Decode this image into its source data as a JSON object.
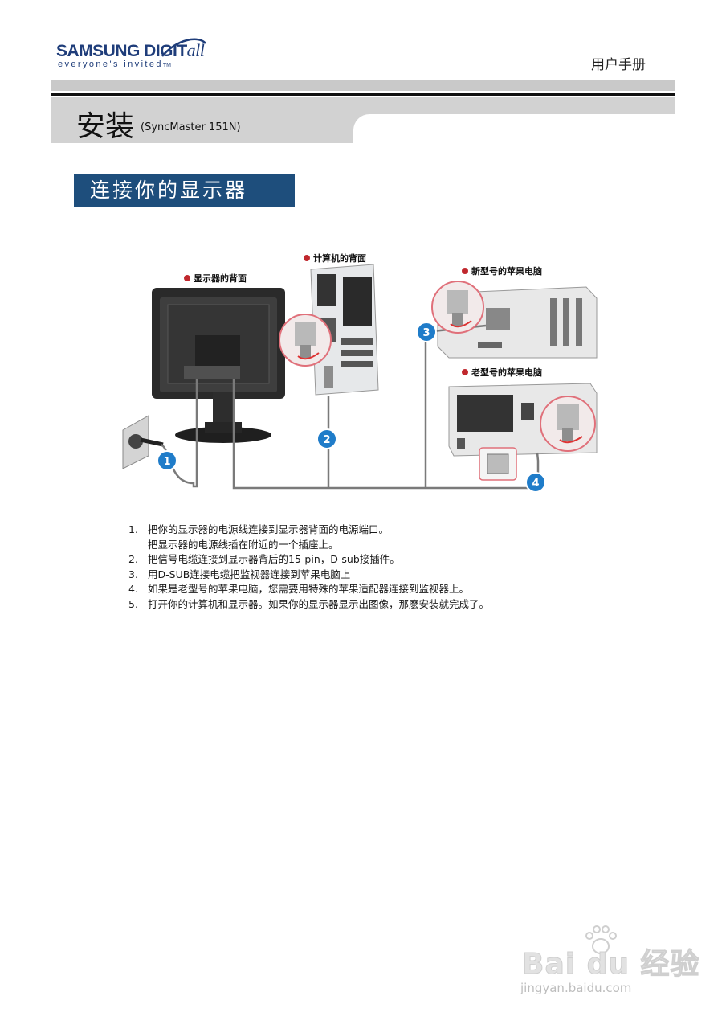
{
  "header": {
    "brand": "SAMSUNG DIGIT",
    "brand_suffix": "all",
    "tagline": "everyone's invited",
    "tagline_mark": "TM",
    "manual_label": "用户手册"
  },
  "title": {
    "main": "安装",
    "model": "(SyncMaster 151N)"
  },
  "section": {
    "heading": "连接你的显示器"
  },
  "diagram": {
    "labels": {
      "monitor_back": "显示器的背面",
      "computer_back": "计算机的背面",
      "new_mac": "新型号的苹果电脑",
      "old_mac": "老型号的苹果电脑"
    },
    "callouts": [
      "1",
      "2",
      "3",
      "4"
    ],
    "colors": {
      "callout_blue": "#1f7cc9",
      "bullet_red": "#c0272d",
      "highlight_circle": "#e0707a",
      "cable_gray": "#7a7a7a"
    }
  },
  "steps": [
    {
      "num": "1.",
      "text": "把你的显示器的电源线连接到显示器背面的电源端口。",
      "sub": "把显示器的电源线插在附近的一个插座上。"
    },
    {
      "num": "2.",
      "text": "把信号电缆连接到显示器背后的15-pin，D-sub接插件。"
    },
    {
      "num": "3.",
      "text": "用D-SUB连接电缆把监视器连接到苹果电脑上"
    },
    {
      "num": "4.",
      "text": "如果是老型号的苹果电脑，您需要用特殊的苹果适配器连接到监视器上。"
    },
    {
      "num": "5.",
      "text": "打开你的计算机和显示器。如果你的显示器显示出图像，那麽安装就完成了。"
    }
  ],
  "watermark": {
    "text": "Bai du 经验",
    "url": "jingyan.baidu.com"
  }
}
